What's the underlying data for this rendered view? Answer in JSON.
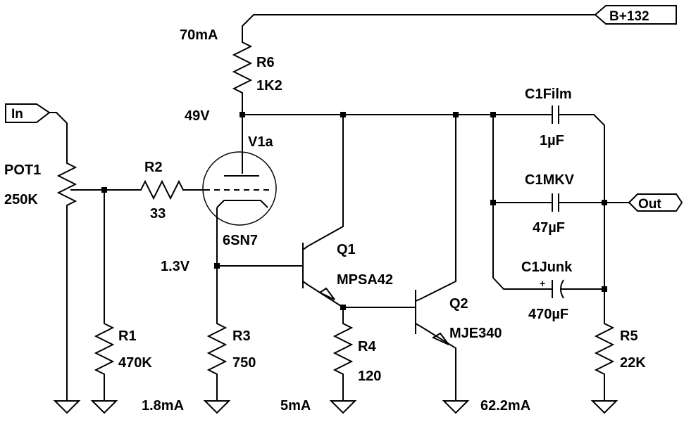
{
  "ports": {
    "supply": "B+132",
    "input": "In",
    "output": "Out"
  },
  "tube": {
    "ref": "V1a",
    "type": "6SN7"
  },
  "transistors": {
    "q1": {
      "ref": "Q1",
      "type": "MPSA42"
    },
    "q2": {
      "ref": "Q2",
      "type": "MJE340"
    }
  },
  "resistors": {
    "r6": {
      "ref": "R6",
      "value": "1K2"
    },
    "r2": {
      "ref": "R2",
      "value": "33"
    },
    "r1": {
      "ref": "R1",
      "value": "470K"
    },
    "r3": {
      "ref": "R3",
      "value": "750"
    },
    "r4": {
      "ref": "R4",
      "value": "120"
    },
    "r5": {
      "ref": "R5",
      "value": "22K"
    },
    "pot1": {
      "ref": "POT1",
      "value": "250K"
    }
  },
  "capacitors": {
    "film": {
      "ref": "C1Film",
      "value": "1µF"
    },
    "mkv": {
      "ref": "C1MKV",
      "value": "47µF"
    },
    "junk": {
      "ref": "C1Junk",
      "value": "470µF",
      "polarity": "+"
    }
  },
  "annotations": {
    "supply_current": "70mA",
    "plate_voltage": "49V",
    "cathode_voltage": "1.3V",
    "r3_current": "1.8mA",
    "r4_current": "5mA",
    "q2_current": "62.2mA"
  }
}
